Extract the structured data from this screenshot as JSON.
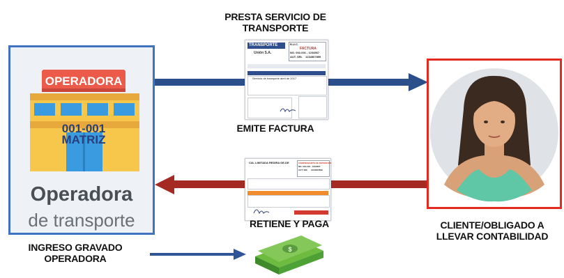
{
  "captions": {
    "service": "PRESTA SERVICIO DE TRANSPORTE",
    "invoice": "EMITE FACTURA",
    "withhold": "RETIENE Y PAGA",
    "client": "CLIENTE/OBLIGADO A LLEVAR CONTABILIDAD",
    "income": "INGRESO GRAVADO OPERADORA"
  },
  "operator": {
    "sign": "OPERADORA",
    "establishment": "001-001",
    "branch": "MATRIZ",
    "label": "Operadora",
    "sublabel": "de transporte"
  },
  "invoice_doc": {
    "company": "TRANSPORTE",
    "company_sub": "Unión S.A.",
    "doc_type": "FACTURA",
    "ruc_label": "R.U.C.",
    "number": "NO. 002-001 - 1234567",
    "auth_label": "AUT. SRI.",
    "auth_number": "1234567899",
    "line_item": "Servicio de transporte abril de 2017"
  },
  "withholding_doc": {
    "company": "CIA. LIMITADA REDIRA GE.DE",
    "doc_type": "COMPROBANTE DE RETENCIÓN",
    "number": "NO. 001-001 - 1234567",
    "auth_label": "AUT. SRI.",
    "auth_number": "1234567899"
  },
  "colors": {
    "arrow_top": "#2b4f8a",
    "arrow_bottom": "#a52a23",
    "operator_border": "#3f73bf",
    "client_border": "#e42a1f",
    "income_arrow": "#2f5597"
  },
  "icons": {
    "building": "building-icon",
    "person": "woman-avatar-icon",
    "money": "money-stack-icon"
  }
}
